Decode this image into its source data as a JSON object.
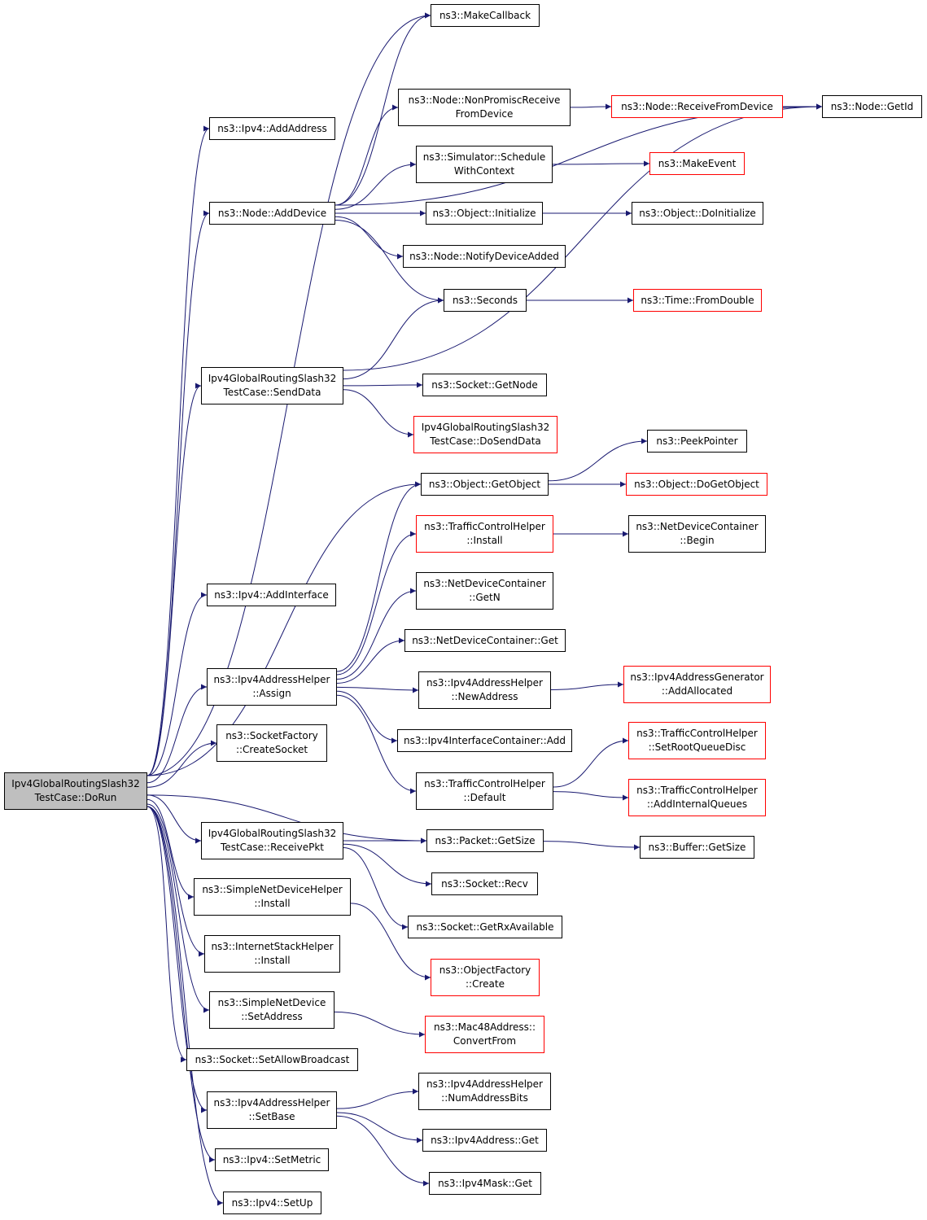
{
  "colors": {
    "edge": "#191970",
    "border_default": "#000000",
    "border_truncated": "#ff0000",
    "root_fill": "#bfbfbf"
  },
  "nodes": [
    {
      "id": "dorun",
      "lines": [
        "Ipv4GlobalRoutingSlash32",
        "TestCase::DoRun"
      ],
      "style": "root"
    },
    {
      "id": "ipv4-addaddress",
      "lines": [
        "ns3::Ipv4::AddAddress"
      ],
      "style": "normal"
    },
    {
      "id": "node-adddevice",
      "lines": [
        "ns3::Node::AddDevice"
      ],
      "style": "normal"
    },
    {
      "id": "sendData",
      "lines": [
        "Ipv4GlobalRoutingSlash32",
        "TestCase::SendData"
      ],
      "style": "normal"
    },
    {
      "id": "ipv4-addinterface",
      "lines": [
        "ns3::Ipv4::AddInterface"
      ],
      "style": "normal"
    },
    {
      "id": "addrhelper-assign",
      "lines": [
        "ns3::Ipv4AddressHelper",
        "::Assign"
      ],
      "style": "normal"
    },
    {
      "id": "socketfactory-create",
      "lines": [
        "ns3::SocketFactory",
        "::CreateSocket"
      ],
      "style": "normal"
    },
    {
      "id": "receivepkt",
      "lines": [
        "Ipv4GlobalRoutingSlash32",
        "TestCase::ReceivePkt"
      ],
      "style": "normal"
    },
    {
      "id": "simplenetdevicehelper-install",
      "lines": [
        "ns3::SimpleNetDeviceHelper",
        "::Install"
      ],
      "style": "normal"
    },
    {
      "id": "internetstack-install",
      "lines": [
        "ns3::InternetStackHelper",
        "::Install"
      ],
      "style": "normal"
    },
    {
      "id": "simplenetdevice-setaddress",
      "lines": [
        "ns3::SimpleNetDevice",
        "::SetAddress"
      ],
      "style": "normal"
    },
    {
      "id": "socket-setallowbroadcast",
      "lines": [
        "ns3::Socket::SetAllowBroadcast"
      ],
      "style": "normal"
    },
    {
      "id": "addrhelper-setbase",
      "lines": [
        "ns3::Ipv4AddressHelper",
        "::SetBase"
      ],
      "style": "normal"
    },
    {
      "id": "ipv4-setmetric",
      "lines": [
        "ns3::Ipv4::SetMetric"
      ],
      "style": "normal"
    },
    {
      "id": "ipv4-setup",
      "lines": [
        "ns3::Ipv4::SetUp"
      ],
      "style": "normal"
    },
    {
      "id": "makecallback",
      "lines": [
        "ns3::MakeCallback"
      ],
      "style": "normal"
    },
    {
      "id": "nonpromisc",
      "lines": [
        "ns3::Node::NonPromiscReceive",
        "FromDevice"
      ],
      "style": "normal"
    },
    {
      "id": "simulator-schedule",
      "lines": [
        "ns3::Simulator::Schedule",
        "WithContext"
      ],
      "style": "normal"
    },
    {
      "id": "object-initialize",
      "lines": [
        "ns3::Object::Initialize"
      ],
      "style": "normal"
    },
    {
      "id": "node-notifydeviceadded",
      "lines": [
        "ns3::Node::NotifyDeviceAdded"
      ],
      "style": "normal"
    },
    {
      "id": "seconds",
      "lines": [
        "ns3::Seconds"
      ],
      "style": "normal"
    },
    {
      "id": "socket-getnode",
      "lines": [
        "ns3::Socket::GetNode"
      ],
      "style": "normal"
    },
    {
      "id": "dosenddata",
      "lines": [
        "Ipv4GlobalRoutingSlash32",
        "TestCase::DoSendData"
      ],
      "style": "red"
    },
    {
      "id": "object-getobject",
      "lines": [
        "ns3::Object::GetObject"
      ],
      "style": "normal"
    },
    {
      "id": "tch-install",
      "lines": [
        "ns3::TrafficControlHelper",
        "::Install"
      ],
      "style": "red"
    },
    {
      "id": "ndc-getn",
      "lines": [
        "ns3::NetDeviceContainer",
        "::GetN"
      ],
      "style": "normal"
    },
    {
      "id": "ndc-get",
      "lines": [
        "ns3::NetDeviceContainer::Get"
      ],
      "style": "normal"
    },
    {
      "id": "addrhelper-newaddress",
      "lines": [
        "ns3::Ipv4AddressHelper",
        "::NewAddress"
      ],
      "style": "normal"
    },
    {
      "id": "ifcontainer-add",
      "lines": [
        "ns3::Ipv4InterfaceContainer::Add"
      ],
      "style": "normal"
    },
    {
      "id": "tch-default",
      "lines": [
        "ns3::TrafficControlHelper",
        "::Default"
      ],
      "style": "normal"
    },
    {
      "id": "packet-getsize",
      "lines": [
        "ns3::Packet::GetSize"
      ],
      "style": "normal"
    },
    {
      "id": "socket-recv",
      "lines": [
        "ns3::Socket::Recv"
      ],
      "style": "normal"
    },
    {
      "id": "socket-getrxavailable",
      "lines": [
        "ns3::Socket::GetRxAvailable"
      ],
      "style": "normal"
    },
    {
      "id": "objectfactory-create",
      "lines": [
        "ns3::ObjectFactory",
        "::Create"
      ],
      "style": "red"
    },
    {
      "id": "mac48-convertfrom",
      "lines": [
        "ns3::Mac48Address::",
        "ConvertFrom"
      ],
      "style": "red"
    },
    {
      "id": "addrhelper-numaddressbits",
      "lines": [
        "ns3::Ipv4AddressHelper",
        "::NumAddressBits"
      ],
      "style": "normal"
    },
    {
      "id": "ipv4address-get",
      "lines": [
        "ns3::Ipv4Address::Get"
      ],
      "style": "normal"
    },
    {
      "id": "ipv4mask-get",
      "lines": [
        "ns3::Ipv4Mask::Get"
      ],
      "style": "normal"
    },
    {
      "id": "node-receivefromdevice",
      "lines": [
        "ns3::Node::ReceiveFromDevice"
      ],
      "style": "red"
    },
    {
      "id": "makeevent",
      "lines": [
        "ns3::MakeEvent"
      ],
      "style": "red"
    },
    {
      "id": "object-doinitialize",
      "lines": [
        "ns3::Object::DoInitialize"
      ],
      "style": "normal"
    },
    {
      "id": "time-fromdouble",
      "lines": [
        "ns3::Time::FromDouble"
      ],
      "style": "red"
    },
    {
      "id": "peekpointer",
      "lines": [
        "ns3::PeekPointer"
      ],
      "style": "normal"
    },
    {
      "id": "object-dogetobject",
      "lines": [
        "ns3::Object::DoGetObject"
      ],
      "style": "red"
    },
    {
      "id": "ndc-begin",
      "lines": [
        "ns3::NetDeviceContainer",
        "::Begin"
      ],
      "style": "normal"
    },
    {
      "id": "addrgen-addallocated",
      "lines": [
        "ns3::Ipv4AddressGenerator",
        "::AddAllocated"
      ],
      "style": "red"
    },
    {
      "id": "tch-setrootqueuedisc",
      "lines": [
        "ns3::TrafficControlHelper",
        "::SetRootQueueDisc"
      ],
      "style": "red"
    },
    {
      "id": "tch-addinternalqueues",
      "lines": [
        "ns3::TrafficControlHelper",
        "::AddInternalQueues"
      ],
      "style": "red"
    },
    {
      "id": "buffer-getsize",
      "lines": [
        "ns3::Buffer::GetSize"
      ],
      "style": "normal"
    },
    {
      "id": "node-getid",
      "lines": [
        "ns3::Node::GetId"
      ],
      "style": "normal"
    }
  ],
  "edges": [
    [
      "dorun",
      "ipv4-addaddress"
    ],
    [
      "dorun",
      "node-adddevice"
    ],
    [
      "dorun",
      "makecallback"
    ],
    [
      "dorun",
      "sendData"
    ],
    [
      "dorun",
      "ipv4-addinterface"
    ],
    [
      "dorun",
      "addrhelper-assign"
    ],
    [
      "dorun",
      "object-getobject"
    ],
    [
      "dorun",
      "socketfactory-create"
    ],
    [
      "dorun",
      "packet-getsize"
    ],
    [
      "dorun",
      "receivepkt"
    ],
    [
      "dorun",
      "simplenetdevicehelper-install"
    ],
    [
      "dorun",
      "internetstack-install"
    ],
    [
      "dorun",
      "simplenetdevice-setaddress"
    ],
    [
      "dorun",
      "socket-setallowbroadcast"
    ],
    [
      "dorun",
      "addrhelper-setbase"
    ],
    [
      "dorun",
      "ipv4-setmetric"
    ],
    [
      "dorun",
      "ipv4-setup"
    ],
    [
      "node-adddevice",
      "makecallback"
    ],
    [
      "node-adddevice",
      "node-getid"
    ],
    [
      "node-adddevice",
      "nonpromisc"
    ],
    [
      "node-adddevice",
      "simulator-schedule"
    ],
    [
      "node-adddevice",
      "object-initialize"
    ],
    [
      "node-adddevice",
      "node-notifydeviceadded"
    ],
    [
      "node-adddevice",
      "seconds"
    ],
    [
      "nonpromisc",
      "node-receivefromdevice"
    ],
    [
      "node-receivefromdevice",
      "node-getid"
    ],
    [
      "simulator-schedule",
      "makeevent"
    ],
    [
      "object-initialize",
      "object-doinitialize"
    ],
    [
      "seconds",
      "time-fromdouble"
    ],
    [
      "sendData",
      "seconds"
    ],
    [
      "sendData",
      "node-getid"
    ],
    [
      "sendData",
      "socket-getnode"
    ],
    [
      "sendData",
      "dosenddata"
    ],
    [
      "addrhelper-assign",
      "object-getobject"
    ],
    [
      "addrhelper-assign",
      "tch-install"
    ],
    [
      "addrhelper-assign",
      "ndc-getn"
    ],
    [
      "addrhelper-assign",
      "ndc-get"
    ],
    [
      "addrhelper-assign",
      "addrhelper-newaddress"
    ],
    [
      "addrhelper-assign",
      "ifcontainer-add"
    ],
    [
      "addrhelper-assign",
      "tch-default"
    ],
    [
      "object-getobject",
      "peekpointer"
    ],
    [
      "object-getobject",
      "object-dogetobject"
    ],
    [
      "tch-install",
      "ndc-begin"
    ],
    [
      "addrhelper-newaddress",
      "addrgen-addallocated"
    ],
    [
      "tch-default",
      "tch-setrootqueuedisc"
    ],
    [
      "tch-default",
      "tch-addinternalqueues"
    ],
    [
      "receivepkt",
      "packet-getsize"
    ],
    [
      "receivepkt",
      "socket-recv"
    ],
    [
      "receivepkt",
      "socket-getrxavailable"
    ],
    [
      "packet-getsize",
      "buffer-getsize"
    ],
    [
      "simplenetdevicehelper-install",
      "objectfactory-create"
    ],
    [
      "simplenetdevice-setaddress",
      "mac48-convertfrom"
    ],
    [
      "addrhelper-setbase",
      "addrhelper-numaddressbits"
    ],
    [
      "addrhelper-setbase",
      "ipv4address-get"
    ],
    [
      "addrhelper-setbase",
      "ipv4mask-get"
    ]
  ]
}
